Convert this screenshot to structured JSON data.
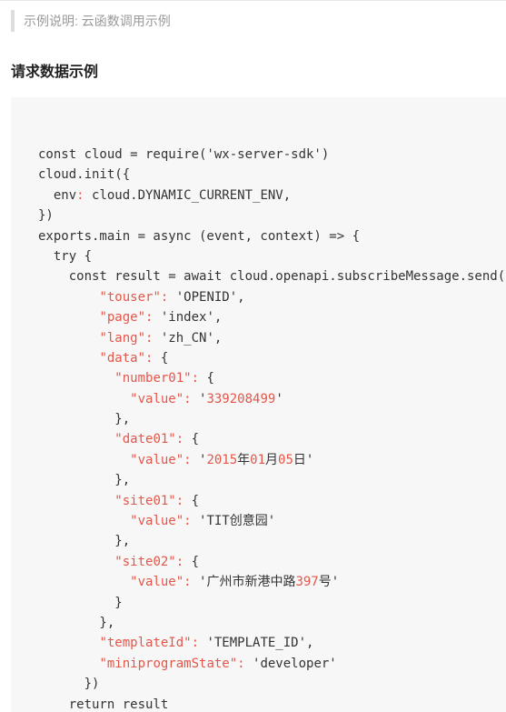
{
  "note": {
    "text": "示例说明: 云函数调用示例"
  },
  "section": {
    "title": "请求数据示例"
  },
  "code": {
    "lines": [
      [
        {
          "t": "const cloud = require('wx-server-sdk')",
          "c": ""
        }
      ],
      [
        {
          "t": "cloud.init({",
          "c": ""
        }
      ],
      [
        {
          "t": "  env",
          "c": ""
        },
        {
          "t": ":",
          "c": "key"
        },
        {
          "t": " cloud.DYNAMIC_CURRENT_ENV,",
          "c": ""
        }
      ],
      [
        {
          "t": "})",
          "c": ""
        }
      ],
      [
        {
          "t": "exports.main = async (event, context) => {",
          "c": ""
        }
      ],
      [
        {
          "t": "  try {",
          "c": ""
        }
      ],
      [
        {
          "t": "    const result = await cloud.openapi.subscribeMessage.send({",
          "c": ""
        }
      ],
      [
        {
          "t": "        ",
          "c": ""
        },
        {
          "t": "\"touser\":",
          "c": "key"
        },
        {
          "t": " 'OPENID',",
          "c": ""
        }
      ],
      [
        {
          "t": "        ",
          "c": ""
        },
        {
          "t": "\"page\":",
          "c": "key"
        },
        {
          "t": " 'index',",
          "c": ""
        }
      ],
      [
        {
          "t": "        ",
          "c": ""
        },
        {
          "t": "\"lang\":",
          "c": "key"
        },
        {
          "t": " 'zh_CN',",
          "c": ""
        }
      ],
      [
        {
          "t": "        ",
          "c": ""
        },
        {
          "t": "\"data\":",
          "c": "key"
        },
        {
          "t": " {",
          "c": ""
        }
      ],
      [
        {
          "t": "          ",
          "c": ""
        },
        {
          "t": "\"number01\":",
          "c": "key"
        },
        {
          "t": " {",
          "c": ""
        }
      ],
      [
        {
          "t": "            ",
          "c": ""
        },
        {
          "t": "\"value\":",
          "c": "key"
        },
        {
          "t": " '",
          "c": ""
        },
        {
          "t": "339208499",
          "c": "num"
        },
        {
          "t": "'",
          "c": ""
        }
      ],
      [
        {
          "t": "          },",
          "c": ""
        }
      ],
      [
        {
          "t": "          ",
          "c": ""
        },
        {
          "t": "\"date01\":",
          "c": "key"
        },
        {
          "t": " {",
          "c": ""
        }
      ],
      [
        {
          "t": "            ",
          "c": ""
        },
        {
          "t": "\"value\":",
          "c": "key"
        },
        {
          "t": " '",
          "c": ""
        },
        {
          "t": "2015",
          "c": "num"
        },
        {
          "t": "年",
          "c": ""
        },
        {
          "t": "01",
          "c": "num"
        },
        {
          "t": "月",
          "c": ""
        },
        {
          "t": "05",
          "c": "num"
        },
        {
          "t": "日'",
          "c": ""
        }
      ],
      [
        {
          "t": "          },",
          "c": ""
        }
      ],
      [
        {
          "t": "          ",
          "c": ""
        },
        {
          "t": "\"site01\":",
          "c": "key"
        },
        {
          "t": " {",
          "c": ""
        }
      ],
      [
        {
          "t": "            ",
          "c": ""
        },
        {
          "t": "\"value\":",
          "c": "key"
        },
        {
          "t": " 'TIT创意园'",
          "c": ""
        }
      ],
      [
        {
          "t": "          },",
          "c": ""
        }
      ],
      [
        {
          "t": "          ",
          "c": ""
        },
        {
          "t": "\"site02\":",
          "c": "key"
        },
        {
          "t": " {",
          "c": ""
        }
      ],
      [
        {
          "t": "            ",
          "c": ""
        },
        {
          "t": "\"value\":",
          "c": "key"
        },
        {
          "t": " '广州市新港中路",
          "c": ""
        },
        {
          "t": "397",
          "c": "num"
        },
        {
          "t": "号'",
          "c": ""
        }
      ],
      [
        {
          "t": "          }",
          "c": ""
        }
      ],
      [
        {
          "t": "        },",
          "c": ""
        }
      ],
      [
        {
          "t": "        ",
          "c": ""
        },
        {
          "t": "\"templateId\":",
          "c": "key"
        },
        {
          "t": " 'TEMPLATE_ID',",
          "c": ""
        }
      ],
      [
        {
          "t": "        ",
          "c": ""
        },
        {
          "t": "\"miniprogramState\":",
          "c": "key"
        },
        {
          "t": " 'developer'",
          "c": ""
        }
      ],
      [
        {
          "t": "      })",
          "c": ""
        }
      ],
      [
        {
          "t": "    return result",
          "c": ""
        }
      ]
    ]
  },
  "colors": {
    "key": "#e45649",
    "number": "#e45649",
    "code_bg": "#f7f7f7",
    "note_border": "#dddddd"
  }
}
